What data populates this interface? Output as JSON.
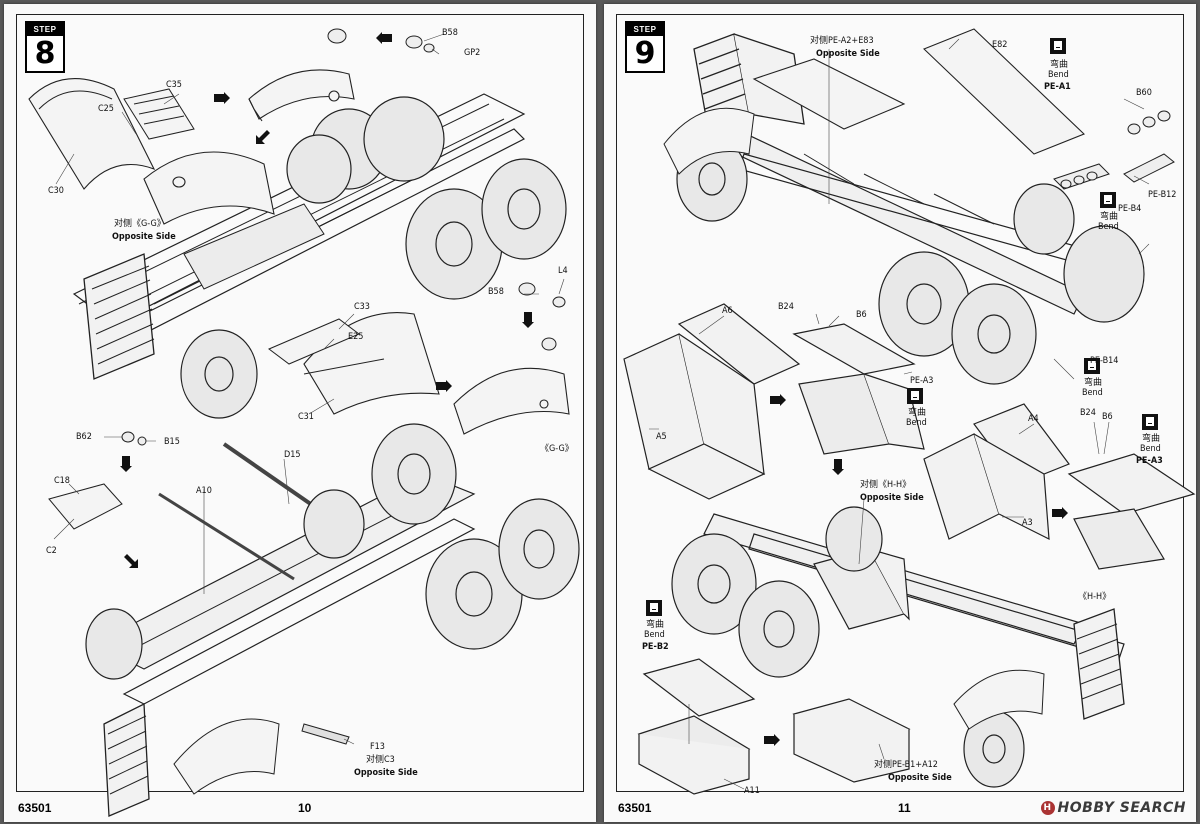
{
  "left_page": {
    "step_label": "STEP",
    "step_number": "8",
    "code": "63501",
    "page_number": "10",
    "labels": {
      "b58_top": "B58",
      "gp2": "GP2",
      "c35": "C35",
      "c25": "C25",
      "c30": "C30",
      "opp_gg_cn": "对侧《G-G》",
      "opp_gg_en": "Opposite Side",
      "l4": "L4",
      "b58_mid": "B58",
      "c33": "C33",
      "e25": "E25",
      "c31": "C31",
      "gg": "《G-G》",
      "b62": "B62",
      "b15": "B15",
      "d15": "D15",
      "a10": "A10",
      "c18": "C18",
      "c2": "C2",
      "f13": "F13",
      "opp_c3_cn": "对侧C3",
      "opp_c3_en": "Opposite Side"
    }
  },
  "right_page": {
    "step_label": "STEP",
    "step_number": "9",
    "code": "63501",
    "page_number": "11",
    "labels": {
      "opp_pe_a2_cn": "对侧PE-A2+E83",
      "opp_pe_a2_en": "Opposite Side",
      "e82": "E82",
      "bend1_cn": "弯曲",
      "bend1_en": "Bend",
      "pe_a1": "PE-A1",
      "b60": "B60",
      "pe_b12": "PE-B12",
      "bend2_cn": "弯曲",
      "bend2_en": "Bend",
      "pe_b4": "PE-B4",
      "a6": "A6",
      "b24_top": "B24",
      "b6_top": "B6",
      "pe_a3_mid": "PE-A3",
      "bend3_cn": "弯曲",
      "bend3_en": "Bend",
      "a5": "A5",
      "pe_b14": "PE-B14",
      "bend4_cn": "弯曲",
      "bend4_en": "Bend",
      "a4": "A4",
      "b24_mid": "B24",
      "b6_mid": "B6",
      "bend5_cn": "弯曲",
      "bend5_en": "Bend",
      "pe_a3_right": "PE-A3",
      "opp_hh_cn": "对侧《H-H》",
      "opp_hh_en": "Opposite Side",
      "a3": "A3",
      "hh": "《H-H》",
      "bend6_cn": "弯曲",
      "bend6_en": "Bend",
      "pe_b2": "PE-B2",
      "opp_pe_b1_cn": "对侧PE-B1+A12",
      "opp_pe_b1_en": "Opposite Side",
      "a11": "A11"
    }
  },
  "watermark": {
    "logo": "H",
    "text": "HOBBY SEARCH"
  }
}
